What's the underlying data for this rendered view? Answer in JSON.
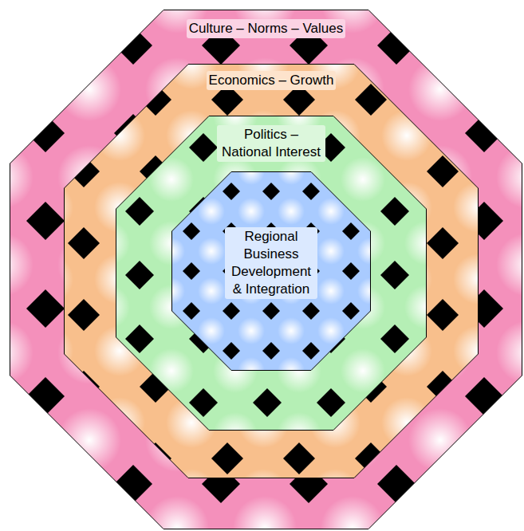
{
  "diagram": {
    "nodes": [
      {
        "text": [
          "Culture – Norms – Values"
        ]
      },
      {
        "text": [
          "Economics – Growth"
        ],
        "in": 0
      },
      {
        "text": [
          "Politics – National Interest"
        ],
        "in": 1
      },
      {
        "text": [
          "Regional Business Development & Integration"
        ],
        "in": 2
      }
    ]
  }
}
